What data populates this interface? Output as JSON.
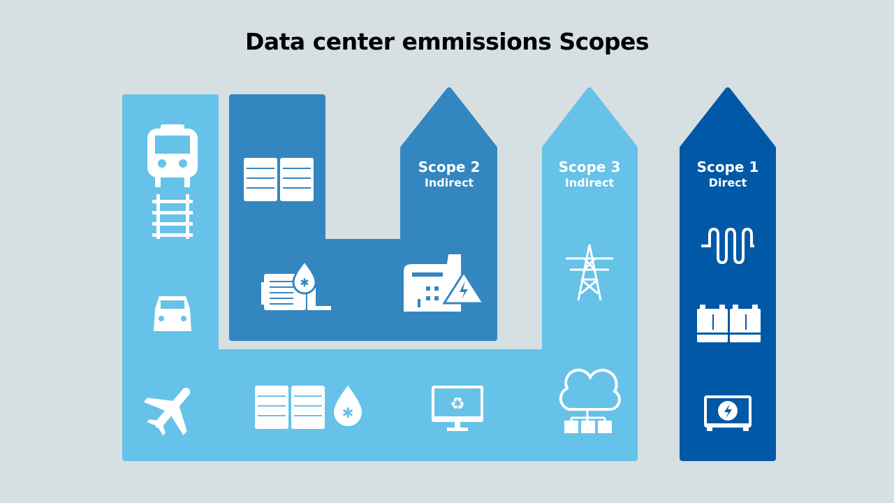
{
  "title": "Data center emmissions Scopes",
  "colors": {
    "background": "#d6dfe1",
    "scope3": "#66c2e8",
    "scope2": "#3386c0",
    "scope1": "#0058a6",
    "icon": "#ffffff"
  },
  "scopes": [
    {
      "name": "Scope 2",
      "type": "Indirect",
      "icons": [
        "server-rack-icon",
        "cooling-unit-icon",
        "power-plant-icon"
      ]
    },
    {
      "name": "Scope 3",
      "type": "Indirect",
      "icons": [
        "train-icon",
        "railway-track-icon",
        "car-icon",
        "airplane-icon",
        "server-cooling-icon",
        "recycling-monitor-icon",
        "transmission-tower-icon",
        "cloud-network-icon"
      ]
    },
    {
      "name": "Scope 1",
      "type": "Direct",
      "icons": [
        "heating-coil-icon",
        "battery-bank-icon",
        "generator-icon"
      ]
    }
  ]
}
